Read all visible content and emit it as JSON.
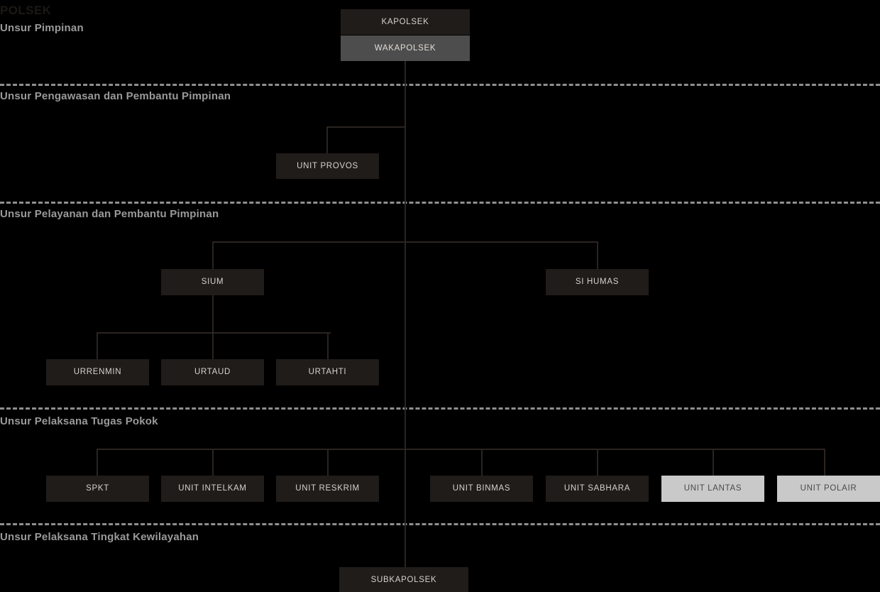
{
  "chart": {
    "title": "POLSEK",
    "type": "organizational-chart",
    "background_color": "#000000",
    "colors": {
      "node_dark": "#201c1a",
      "node_gray": "#4d4d4d",
      "node_light": "#c9c9c9",
      "text_light": "#d8d2cc",
      "text_dark": "#4a4a4a",
      "section_label": "#9a9a9a",
      "title": "#1c1815",
      "connector": "#2b2421",
      "divider": "#8f8f8f"
    }
  },
  "sections": [
    {
      "id": "pimpinan",
      "label": "Unsur Pimpinan"
    },
    {
      "id": "pengawasan",
      "label": "Unsur Pengawasan dan Pembantu Pimpinan"
    },
    {
      "id": "pelayanan",
      "label": "Unsur Pelayanan dan Pembantu Pimpinan"
    },
    {
      "id": "pelaksana-pokok",
      "label": "Unsur Pelaksana Tugas Pokok"
    },
    {
      "id": "kewilayahan",
      "label": "Unsur Pelaksana Tingkat Kewilayahan"
    }
  ],
  "nodes": {
    "kapolsek": "KAPOLSEK",
    "wakapolsek": "WAKAPOLSEK",
    "unit_provos": "UNIT PROVOS",
    "sium": "SIUM",
    "si_humas": "SI HUMAS",
    "urrenmin": "URRENMIN",
    "urtaud": "URTAUD",
    "urtahti": "URTAHTI",
    "spkt": "SPKT",
    "unit_intelkam": "UNIT INTELKAM",
    "unit_reskrim": "UNIT RESKRIM",
    "unit_binmas": "UNIT BINMAS",
    "unit_sabhara": "UNIT SABHARA",
    "unit_lantas": "UNIT LANTAS",
    "unit_polair": "UNIT POLAIR",
    "subkapolsek": "SUBKAPOLSEK"
  }
}
